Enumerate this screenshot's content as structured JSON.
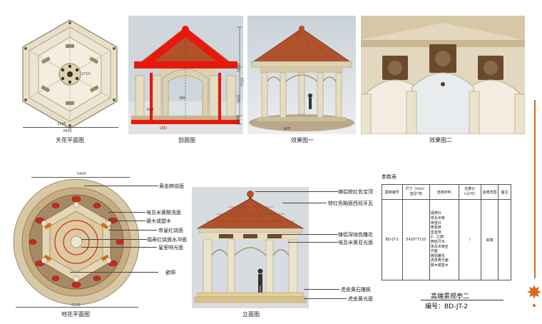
{
  "views": {
    "ceiling_plan": "天花平面图",
    "section": "剖面图",
    "render_one": "效果图一",
    "render_two": "效果图二",
    "floor_plan": "地花平面图",
    "elevation": "立面图"
  },
  "dimensions": {
    "ceiling_width_outer": "3900",
    "ceiling_width_inner": "2195",
    "ceiling_span": "2710",
    "section_height_total": "7110",
    "section_h1": "1830",
    "section_h2": "3420",
    "section_h3": "380",
    "section_h4": "950",
    "section_width_small": "660",
    "led_label": "LED",
    "render_light_label": "射灯",
    "floor_width_top": "5400",
    "floor_width_bottom": "6500"
  },
  "floor_callouts": [
    "黄金麻烧面",
    "埃及米黄酸洗面",
    "硬木或塑木",
    "帝皇红烧面",
    "福寿红烧面水冲面",
    "皇室啡光面",
    "嵌铜"
  ],
  "elevation_callouts": [
    "铸铝棕红色宝顶",
    "棕红色釉面西班牙瓦",
    "铸铝深咖色雕花",
    "埃及米黄亚光面",
    "虎皮黄石雕板",
    "虎皮黄光面"
  ],
  "param_table": {
    "title": "参数表",
    "headers": [
      "图架编号",
      "尺寸（mm）\n直径*高",
      "选用材料",
      "估算价\n（㎡/元）",
      "适用范围",
      "备注"
    ],
    "row": {
      "code": "BD-JT-2",
      "size": "5430*7110",
      "materials": "福寿红\n埃及米黄\n帝皇红\n黄金麻\n皇室啡\n2、立面：\n西班牙瓦\n埃及米黄亚\n光面\n铸铝雕花\n虎皮黄光面\n硬木或塑木",
      "price": "/",
      "scope": "高端",
      "note": ""
    }
  },
  "product": {
    "name": "高端景观亭二",
    "code": "编号：BD-JT-2"
  },
  "colors": {
    "roof": "#b0532c",
    "stone": "#ddd1b4",
    "section_red": "#e8180c",
    "floor_red": "#c92a1a",
    "accent_orange": "#d66a1c"
  },
  "icons": [
    "maple-leaf-icon",
    "dot-icon"
  ]
}
